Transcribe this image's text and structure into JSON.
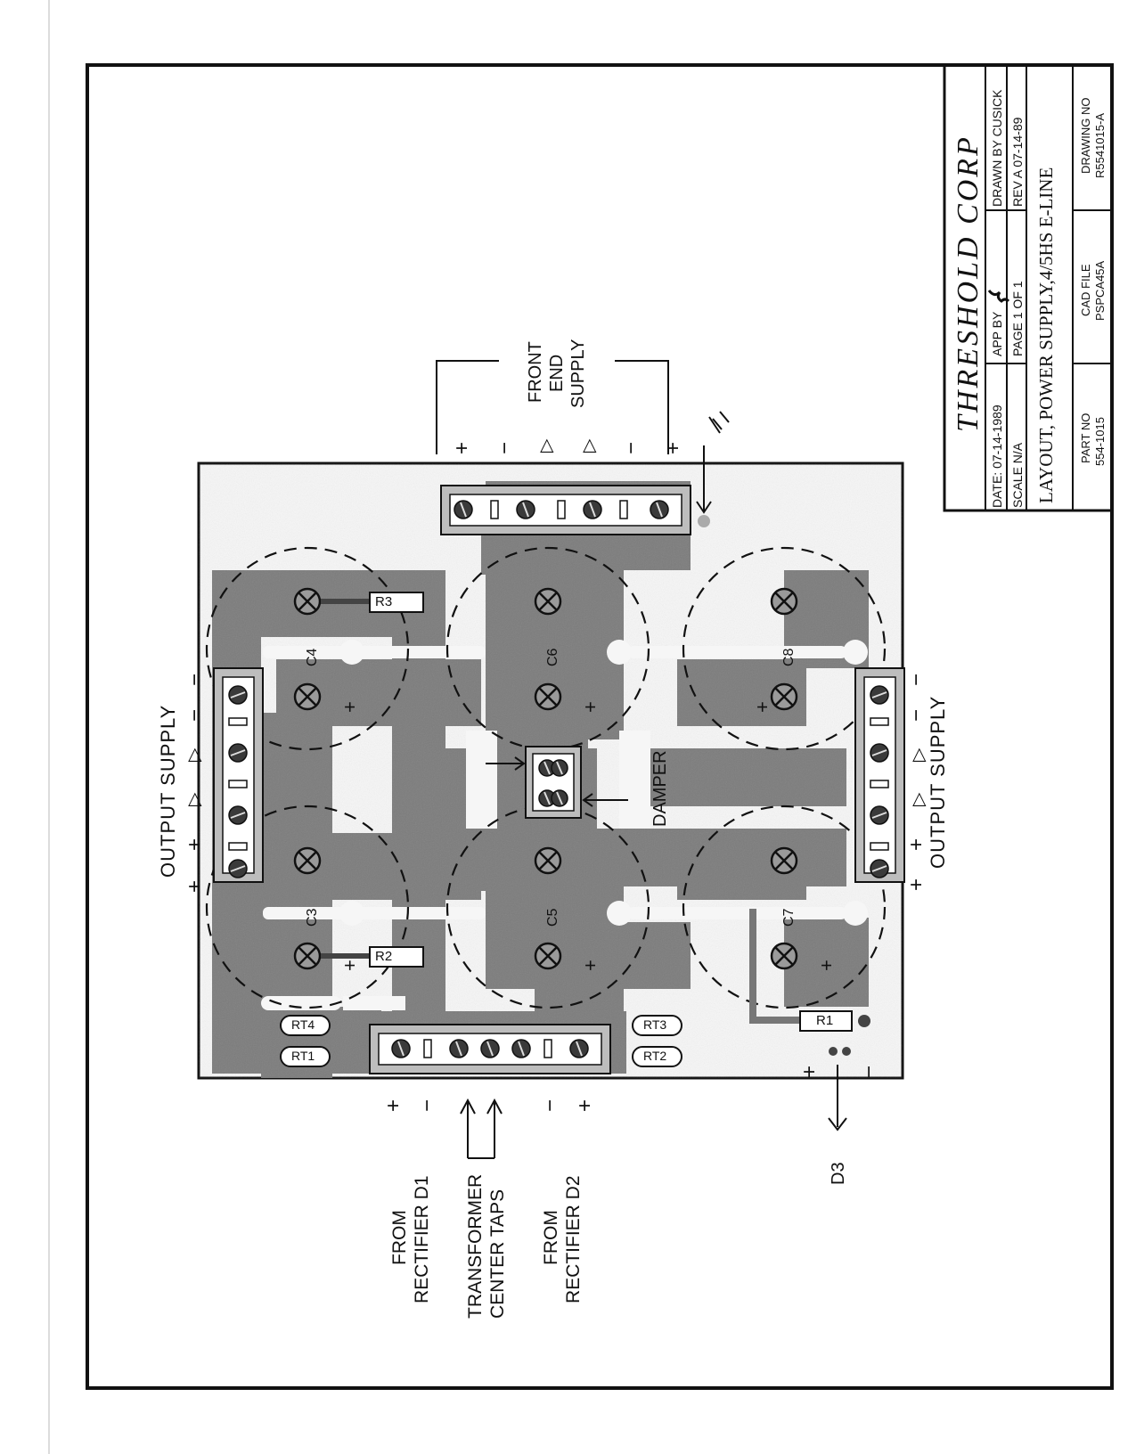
{
  "title_block": {
    "company": "THRESHOLD CORP",
    "date": "DATE: 07-14-1989",
    "app_by": "APP BY",
    "drawn_by": "DRAWN BY CUSICK",
    "scale": "SCALE     N/A",
    "page": "PAGE    1 OF 1",
    "rev": "REV   A  07-14-89",
    "title": "LAYOUT, POWER SUPPLY,4/5HS E-LINE",
    "part_no_label": "PART NO",
    "part_no": "554-1015",
    "cad_file_label": "CAD FILE",
    "cad_file": "PSPCA45A",
    "drawing_no_label": "DRAWING NO",
    "drawing_no": "R5541015-A"
  },
  "labels": {
    "output_supply_top": "OUTPUT SUPPLY",
    "output_supply_bottom": "OUTPUT SUPPLY",
    "front_end_line1": "FRONT",
    "front_end_line2": "END",
    "front_end_line3": "SUPPLY",
    "damper": "DAMPER",
    "from_rect_d1_line1": "FROM",
    "from_rect_d1_line2": "RECTIFIER D1",
    "transformer_line1": "TRANSFORMER",
    "transformer_line2": "CENTER TAPS",
    "from_rect_d2_line1": "FROM",
    "from_rect_d2_line2": "RECTIFIER D2",
    "d3": "D3"
  },
  "components": {
    "c3": "C3",
    "c4": "C4",
    "c5": "C5",
    "c6": "C6",
    "c7": "C7",
    "c8": "C8",
    "r1": "R1",
    "r2": "R2",
    "r3": "R3",
    "rt1": "RT1",
    "rt2": "RT2",
    "rt3": "RT3",
    "rt4": "RT4"
  },
  "polarity": {
    "out_top_1": "+",
    "out_top_2": "+",
    "out_top_3": "▷",
    "out_top_4": "▷",
    "out_top_5": "−",
    "out_top_6": "−",
    "out_bot_1": "+",
    "out_bot_2": "+",
    "out_bot_3": "▷",
    "out_bot_4": "▷",
    "out_bot_5": "−",
    "out_bot_6": "−",
    "fe_1": "+",
    "fe_2": "−",
    "fe_3": "▷",
    "fe_4": "▷",
    "fe_5": "−",
    "fe_6": "+",
    "in_1": "+",
    "in_2": "−",
    "in_3": "−",
    "in_4": "+",
    "d3_plus": "+",
    "d3_minus": "−",
    "cap_plus": "+"
  },
  "colors": {
    "copper": "#7c7c7c",
    "copper_dark": "#555555",
    "ink": "#111111",
    "board_bg": "#f7f7f7"
  }
}
